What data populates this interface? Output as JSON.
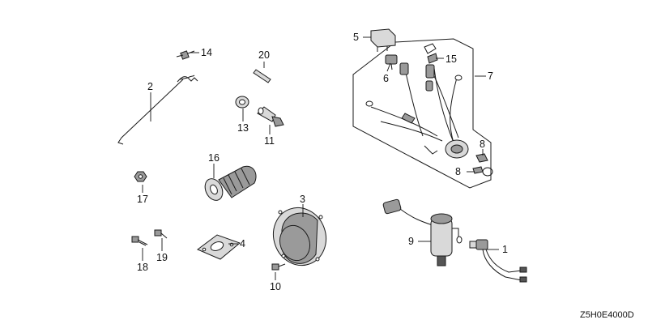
{
  "diagram": {
    "code": "Z5H0E4000D",
    "callouts": [
      "1",
      "2",
      "3",
      "4",
      "5",
      "6",
      "7",
      "8",
      "8",
      "9",
      "10",
      "11",
      "13",
      "14",
      "15",
      "16",
      "17",
      "18",
      "19",
      "20"
    ]
  }
}
